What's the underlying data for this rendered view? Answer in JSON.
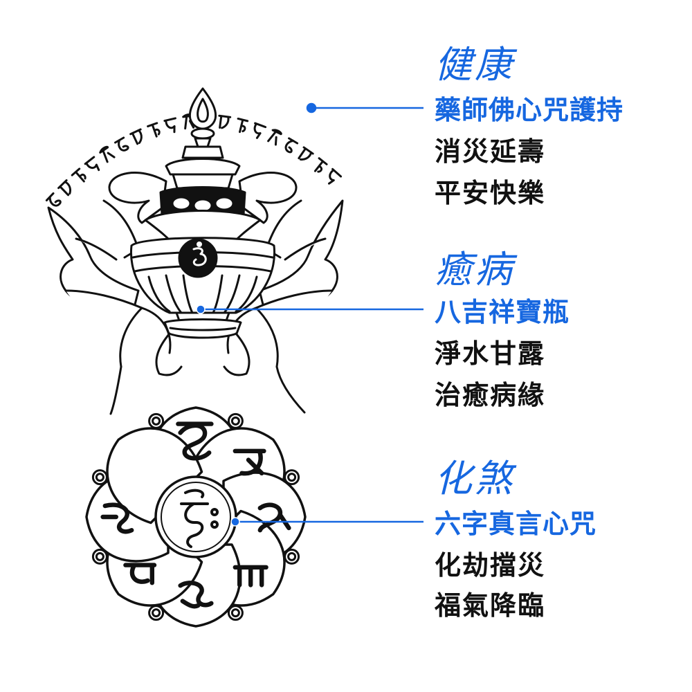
{
  "accent_color": "#1667e0",
  "ink_color": "#111111",
  "sections": [
    {
      "title": "健康",
      "heading": "藥師佛心咒護持",
      "line1": "消災延壽",
      "line2": "平安快樂"
    },
    {
      "title": "癒病",
      "heading": "八吉祥寶瓶",
      "line1": "淨水甘露",
      "line2": "治癒病緣"
    },
    {
      "title": "化煞",
      "heading": "六字真言心咒",
      "line1": "化劫擋災",
      "line2": "福氣降臨"
    }
  ],
  "illustrations": [
    {
      "name": "medicine-buddha-mantra-arc",
      "kind": "tibetan-script-arc"
    },
    {
      "name": "treasure-vase",
      "kind": "vase-held-by-hands"
    },
    {
      "name": "six-syllable-lotus",
      "kind": "eight-petal-lotus-mandala"
    }
  ]
}
